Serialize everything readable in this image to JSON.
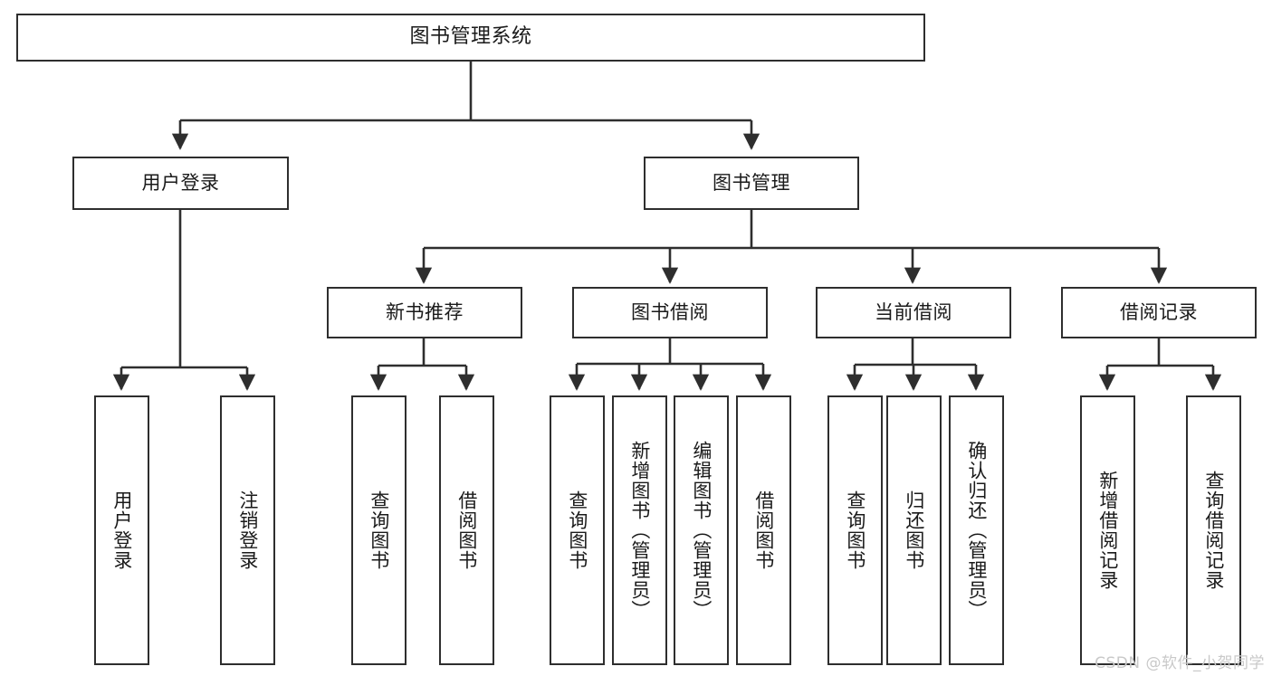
{
  "diagram": {
    "type": "tree-flowchart",
    "title": "图书管理系统",
    "watermark": "CSDN @软件_小贺同学",
    "colors": {
      "box_border": "#2e2e2e",
      "box_fill": "#ffffff",
      "edge": "#2e2e2e",
      "text": "#1a1a1a",
      "watermark": "#c9c9c9"
    },
    "root": {
      "label": "图书管理系统"
    },
    "level2": [
      {
        "label": "用户登录"
      },
      {
        "label": "图书管理"
      }
    ],
    "level3": [
      {
        "label": "新书推荐"
      },
      {
        "label": "图书借阅"
      },
      {
        "label": "当前借阅"
      },
      {
        "label": "借阅记录"
      }
    ],
    "leaves": {
      "user_login": [
        {
          "label": "用户登录"
        },
        {
          "label": "注销登录"
        }
      ],
      "new_book_recommend": [
        {
          "label": "查询图书"
        },
        {
          "label": "借阅图书"
        }
      ],
      "book_borrow": [
        {
          "label": "查询图书"
        },
        {
          "label": "新增图书（管理员）"
        },
        {
          "label": "编辑图书（管理员）"
        },
        {
          "label": "借阅图书"
        }
      ],
      "current_borrow": [
        {
          "label": "查询图书"
        },
        {
          "label": "归还图书"
        },
        {
          "label": "确认归还（管理员）"
        }
      ],
      "borrow_record": [
        {
          "label": "新增借阅记录"
        },
        {
          "label": "查询借阅记录"
        }
      ]
    }
  }
}
